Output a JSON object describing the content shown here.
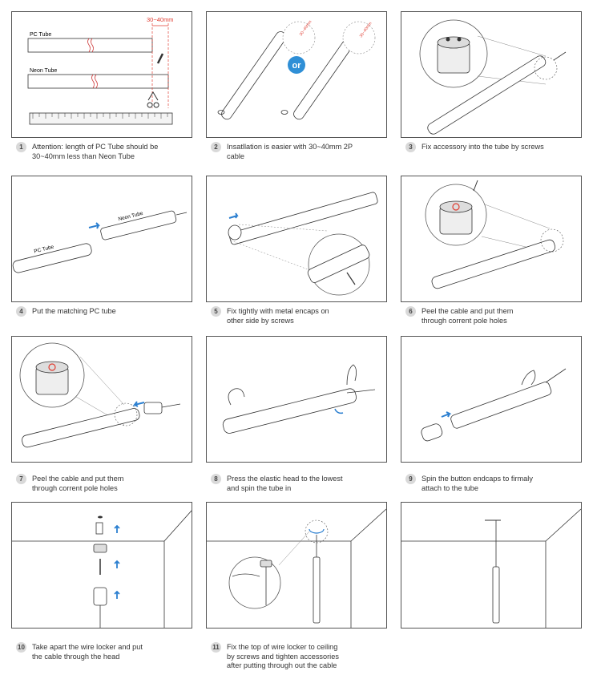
{
  "steps": [
    {
      "num": "1",
      "text": "Attention: length of PC Tube should be\n30~40mm less than Neon Tube"
    },
    {
      "num": "2",
      "text": "Insatllation is easier with 30~40mm 2P\ncable"
    },
    {
      "num": "3",
      "text": "Fix accessory into the tube by screws"
    },
    {
      "num": "4",
      "text": "Put the matching PC tube"
    },
    {
      "num": "5",
      "text": "Fix tightly with metal encaps on\nother side by screws"
    },
    {
      "num": "6",
      "text": "Peel the cable and put them\nthrough corrent pole holes"
    },
    {
      "num": "7",
      "text": "Peel the cable and put them\nthrough corrent pole holes"
    },
    {
      "num": "8",
      "text": "Press the elastic head to the lowest\n and spin the tube in"
    },
    {
      "num": "9",
      "text": "Spin the button endcaps to firmaly\nattach to the tube"
    },
    {
      "num": "10",
      "text": "Take apart the wire locker and put\nthe cable through the head"
    },
    {
      "num": "11",
      "text": "Fix the top of wire locker to ceiling\nby screws and tighten accessories\nafter putting through out the cable"
    }
  ],
  "labels": {
    "pc_tube": "PC Tube",
    "neon_tube": "Neon Tube",
    "measure": "30~40mm",
    "or": "or",
    "diagram_pc_tube": "PC Tube",
    "diagram_neon_tube": "Neon Tube",
    "cable_small": "30~40mm"
  },
  "colors": {
    "accent_red": "#e03c31",
    "or_blue": "#2f8fd6",
    "arrow_blue": "#2b7fd0",
    "line": "#333333"
  }
}
